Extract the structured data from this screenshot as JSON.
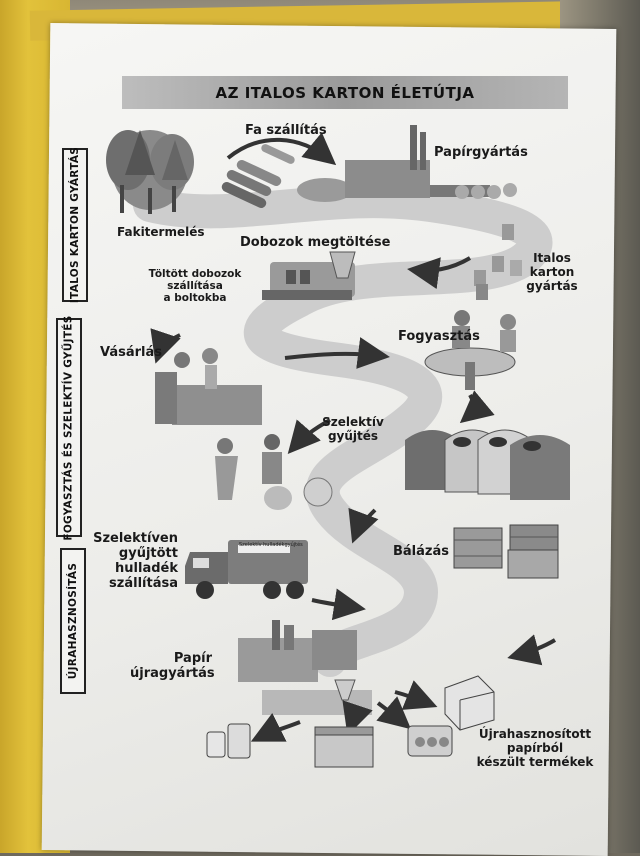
{
  "title": "AZ ITALOS KARTON ÉLETÚTJA",
  "sections": {
    "production": "ITALOS KARTON GYÁRTÁS",
    "consumption": "FOGYASZTÁS ÉS SZELEKTÍV GYŰJTÉS",
    "recycling": "ÚJRAHASZNOSÍTÁS"
  },
  "steps": {
    "fa_szallitas": "Fa szállítás",
    "papirgyartas": "Papírgyártás",
    "fakitermeles": "Fakitermelés",
    "dobozok_megtoltese": "Dobozok megtöltése",
    "toltott_dobozok": [
      "Töltött dobozok",
      "szállítása",
      "a boltokba"
    ],
    "italos_karton_gyartas": [
      "Italos",
      "karton",
      "gyártás"
    ],
    "vasarlas": "Vásárlás",
    "fogyasztas": "Fogyasztás",
    "szelektiv_gyujtes": [
      "Szelektív",
      "gyűjtés"
    ],
    "szelektiven_gyujtott": [
      "Szelektíven",
      "gyűjtött",
      "hulladék",
      "szállítása"
    ],
    "balazas": "Bálázás",
    "papir_ujragyartas": [
      "Papír",
      "újragyártás"
    ],
    "ujrahasznositott": [
      "Újrahasznosított",
      "papírból",
      "készült termékek"
    ]
  },
  "truck_sign": "Szelektív hulladékgyűjtés",
  "colors": {
    "road": "#cfcfcf",
    "ink": "#1a1a1a",
    "folder": "#d9b73a"
  }
}
